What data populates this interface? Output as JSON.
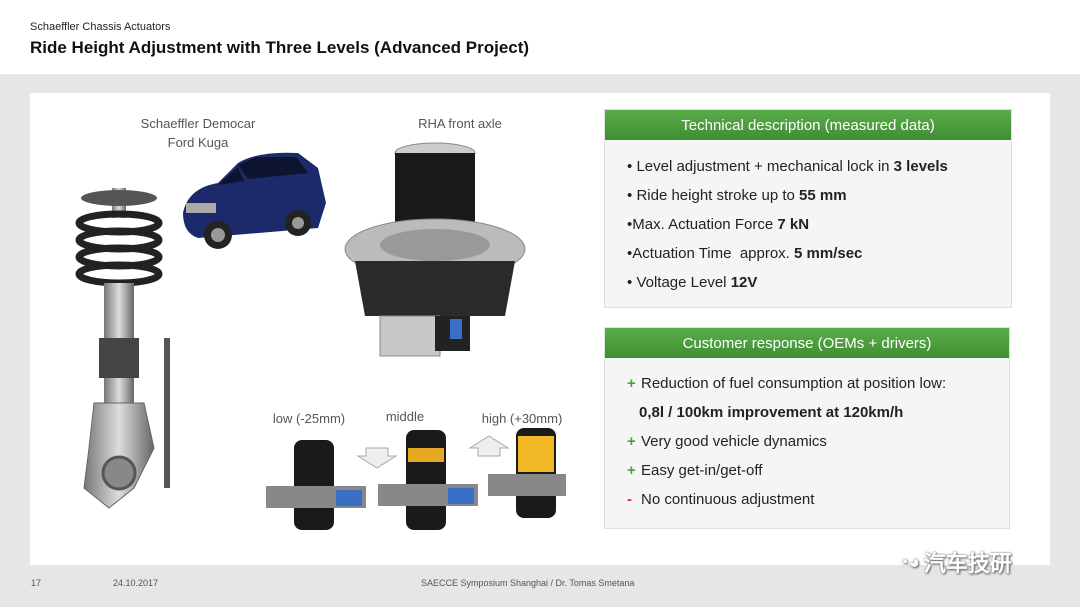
{
  "header": {
    "subtitle": "Schaeffler Chassis Actuators",
    "title": "Ride Height Adjustment with Three Levels (Advanced Project)"
  },
  "images": {
    "democar_label": "Schaeffler Democar\nFord Kuga",
    "rha_label": "RHA front axle",
    "levels": [
      "low (-25mm)",
      "middle",
      "high (+30mm)"
    ]
  },
  "technical": {
    "heading": "Technical description (measured data)",
    "items": [
      {
        "bullet": "•",
        "text": "Level adjustment + mechanical lock in ",
        "bold": "3 levels"
      },
      {
        "bullet": "•",
        "text": "Ride height stroke up to ",
        "bold": "55 mm"
      },
      {
        "bullet": "•",
        "text": "Max. Actuation Force ",
        "bold": "7 kN"
      },
      {
        "bullet": "•",
        "text": "Actuation Time  approx. ",
        "bold": "5 mm/sec"
      },
      {
        "bullet": "•",
        "text": "Voltage Level ",
        "bold": "12V"
      }
    ]
  },
  "customer": {
    "heading": "Customer response (OEMs + drivers)",
    "items": [
      {
        "marker": "+",
        "text": "Reduction of fuel consumption at position low:"
      },
      {
        "marker": "",
        "text": "0,8l / 100km improvement at 120km/h"
      },
      {
        "marker": "+",
        "text": "Very good vehicle dynamics"
      },
      {
        "marker": "+",
        "text": "Easy get-in/get-off"
      },
      {
        "marker": "-",
        "text": "No continuous adjustment"
      }
    ]
  },
  "footer": {
    "page": "17",
    "date": "24.10.2017",
    "center": "SAECCE Symposium Shanghai / Dr. Tomas Smetana"
  },
  "watermark": "汽车技研",
  "colors": {
    "accent": "#4e9f40",
    "minus": "#d0312d"
  }
}
